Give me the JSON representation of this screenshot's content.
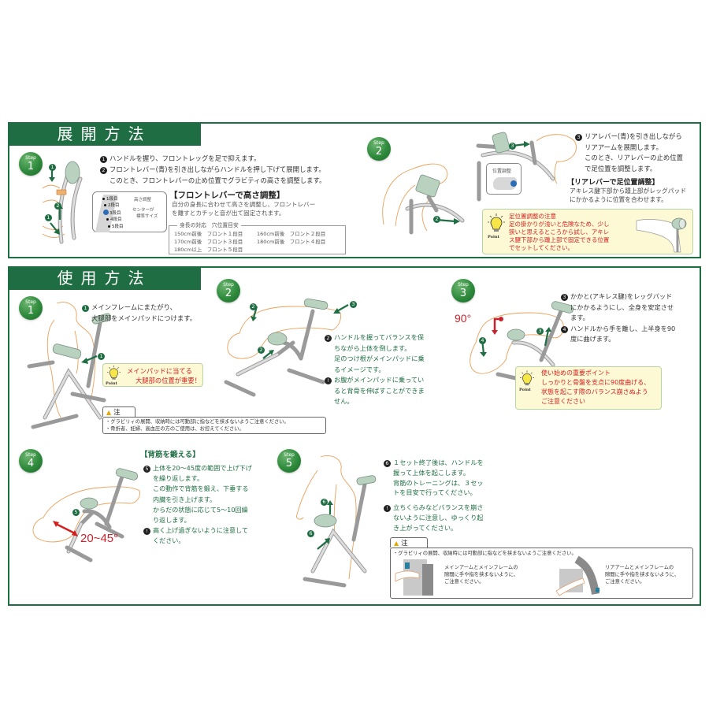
{
  "deploy": {
    "title": "展開方法",
    "step1": {
      "badge_word": "Step",
      "badge_num": "1",
      "instructions": [
        {
          "num": "1",
          "text": "ハンドルを握り、フロントレッグを足で抑えます。"
        },
        {
          "num": "2",
          "text": "フロントレバー(青)を引き出しながらハンドルを押し下げて展開します。"
        },
        {
          "num": "",
          "text": "このとき、フロントレバーの止め位置でグラビティの高さを調整します。"
        }
      ],
      "height_adjust": {
        "heading": "【フロントレバーで高さ調整】",
        "body_lines": [
          "自分の身長に合わせて高さを調整し、フロントレバー",
          "を離すとカチッと音が出て固定されます。"
        ]
      },
      "lever_card": {
        "levels": [
          "1段目",
          "2段目",
          "3段目",
          "4段目",
          "5段目"
        ],
        "label_top": "高さ調整",
        "label_center_1": "センターが",
        "label_center_2": "標準サイズ"
      },
      "height_table": {
        "legend": "身長の対応　穴位置目安",
        "rows": [
          [
            "150cm前後　フロント１段目",
            "160cm前後　フロント２段目"
          ],
          [
            "170cm前後　フロント３段目",
            "180cm前後　フロント４段目"
          ],
          [
            "180cm以上　フロント５段目",
            ""
          ]
        ]
      },
      "callouts": [
        "1",
        "2",
        "1"
      ]
    },
    "step2": {
      "badge_word": "Step",
      "badge_num": "2",
      "instructions": [
        {
          "num": "3",
          "text": "リアレバー(青)を引き出しながら"
        },
        {
          "num": "",
          "text": "リアアームを展開します。"
        },
        {
          "num": "",
          "text": "このとき、リアレバーの止め位置"
        },
        {
          "num": "",
          "text": "で足位置を調整します。"
        }
      ],
      "foot_adjust": {
        "heading": "【リアレバーで足位置調整】",
        "body_lines": [
          "アキレス腱下部から踵上部がレッグパッド",
          "にかかるように位置を合わせます。"
        ]
      },
      "position_popup_label": "位置調整",
      "callouts": [
        "2",
        "3"
      ],
      "point": {
        "label": "Point",
        "title": "足位置調整の注意",
        "lines": [
          "足の掛かりが浅いと危険なため、少し",
          "狭いと思えるところから試し、アキレ",
          "ス腱下部から踵上部で固定できる位置",
          "でセットしてください。"
        ]
      }
    }
  },
  "usage": {
    "title": "使用方法",
    "step1": {
      "badge_word": "Step",
      "badge_num": "1",
      "instruction_num": "1",
      "instruction_lines": [
        "メインフレームにまたがり、",
        "大腿部をメインパッドにつけます。"
      ],
      "point": {
        "label": "Point",
        "lines": [
          "メインパッドに当てる",
          "大腿部の位置が重要！"
        ]
      },
      "caution": {
        "title": "注 意",
        "lines": [
          "・グラビリィの展開、収納時には可動部に指などを挟まないようご注意ください。",
          "・骨折者、妊婦、高血圧の方のご使用は、お控えてください。"
        ]
      }
    },
    "step2": {
      "badge_word": "Step",
      "badge_num": "2",
      "callouts": [
        "2",
        "3",
        "2"
      ],
      "instructions": [
        {
          "num": "2",
          "lines": [
            "ハンドルを握ってバランスを保",
            "ちながら上体を倒します。",
            "足のつけ根がメインパッドに乗",
            "るイメージです。"
          ]
        },
        {
          "num": "!",
          "lines": [
            "お腹がメインパッドに乗ってい",
            "ると背骨を伸ばすことができま",
            "せん。"
          ]
        }
      ]
    },
    "step3": {
      "badge_word": "Step",
      "badge_num": "3",
      "angle_label": "90°",
      "callouts": [
        "4",
        "3"
      ],
      "instructions": [
        {
          "num": "3",
          "lines": [
            "かかと(アキレス腱)をレッグパッド",
            "にかかるようにし、全身を安定させ",
            "ます。"
          ]
        },
        {
          "num": "4",
          "lines": [
            "ハンドルから手を離し、上半身を90",
            "度に曲げます。"
          ]
        }
      ],
      "point": {
        "label": "Point",
        "lines": [
          "使い始めの重要ポイント",
          "しっかりと骨盤を支点に90度曲げる、",
          "状態を起こす際のバランス崩さぬよう",
          "ご注意ください"
        ]
      }
    },
    "step4": {
      "badge_word": "Step",
      "badge_num": "4",
      "heading": "【背筋を鍛える】",
      "angle_label": "20~45°",
      "callouts": [
        "5"
      ],
      "instructions": [
        {
          "num": "5",
          "lines": [
            "上体を20～45度の範囲で上げ下げ",
            "を繰り返します。",
            "この動作で背筋を鍛え、下垂する",
            "内臓を引き上げます。",
            "からだの状態に応じて5～10回繰",
            "り返します。"
          ]
        },
        {
          "num": "!",
          "lines": [
            "高く上げ過ぎないように注意して",
            "ください。"
          ]
        }
      ]
    },
    "step5": {
      "badge_word": "Step",
      "badge_num": "5",
      "callouts": [
        "6",
        "6"
      ],
      "instructions": [
        {
          "num": "6",
          "lines": [
            "１セット終了後は、ハンドルを",
            "握って上体を起こします。",
            "背筋のトレーニングは、３セッ",
            "トを目安で行ってください。"
          ]
        },
        {
          "num": "!",
          "lines": [
            "立ちくらみなどバランスを崩さ",
            "ないように注意し、ゆっくり起",
            "き上がってください。"
          ]
        }
      ],
      "caution": {
        "title": "注 意",
        "line": "・グラビリィの展開、収納時には可動部に指などを挟まないようご注意ください。",
        "items": [
          {
            "lines": [
              "メインアームとメインフレームの",
              "隙間に手や指を挟まないように、",
              "ご注意ください。"
            ]
          },
          {
            "lines": [
              "リアアームとメインフレームの",
              "隙間に手や指を挟まないように、",
              "ご注意ください。"
            ]
          }
        ]
      }
    }
  },
  "colors": {
    "brand_green": "#1f6e43",
    "warning_red": "#d42020",
    "angle_red": "#c8242f",
    "point_bg": "#fdf9d4"
  }
}
